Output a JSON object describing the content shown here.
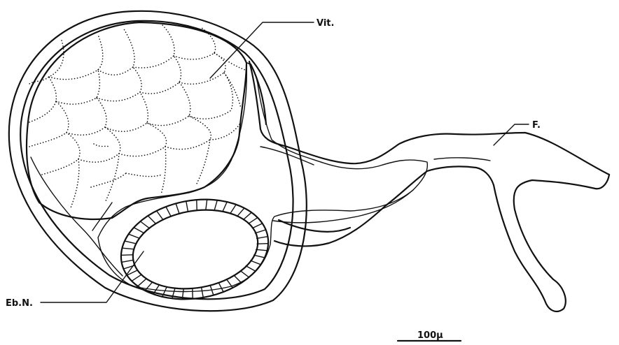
{
  "labels": {
    "vitellarium": "Vit.",
    "embryo_nucleus": "Eb.N.",
    "funiculus": "F.",
    "scale_bar": "100μ"
  }
}
